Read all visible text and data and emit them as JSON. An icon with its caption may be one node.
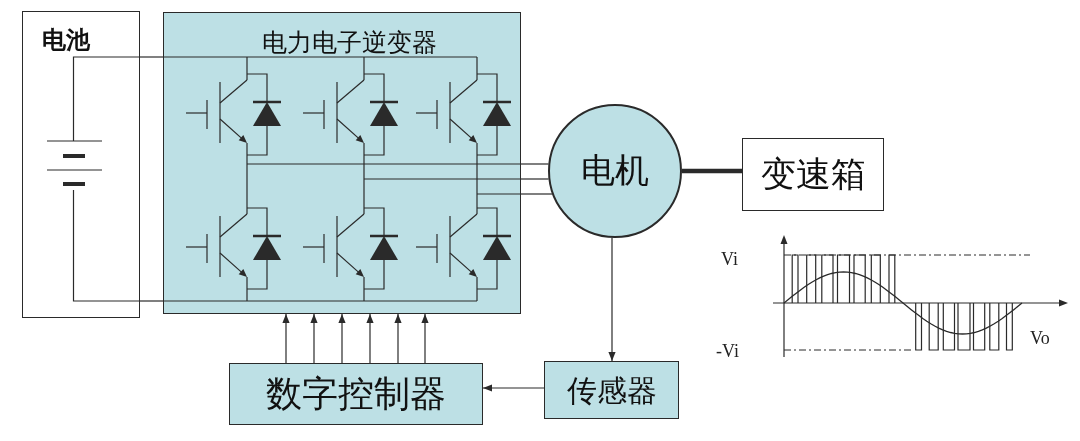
{
  "diagram": {
    "nodes": [
      {
        "text": [
          "电池"
        ]
      },
      {
        "text": [
          "电力电子逆变器"
        ]
      },
      {
        "text": [
          "电机"
        ]
      },
      {
        "text": [
          "变速箱"
        ]
      },
      {
        "text": [
          "数字控制器"
        ]
      },
      {
        "text": [
          "传感器"
        ]
      }
    ],
    "edges": [
      {
        "from": 0,
        "to": 1,
        "arrow": "none"
      },
      {
        "from": 0,
        "to": 1,
        "arrow": "none"
      },
      {
        "from": 1,
        "to": 2,
        "arrow": "none"
      },
      {
        "from": 1,
        "to": 2,
        "arrow": "none"
      },
      {
        "from": 1,
        "to": 2,
        "arrow": "none"
      },
      {
        "from": 2,
        "to": 3,
        "arrow": "none",
        "style": "thick"
      },
      {
        "from": 2,
        "to": 5,
        "arrow": "to"
      },
      {
        "from": 5,
        "to": 4,
        "arrow": "to"
      },
      {
        "from": 4,
        "to": 1,
        "arrow": "to"
      },
      {
        "from": 4,
        "to": 1,
        "arrow": "to"
      },
      {
        "from": 4,
        "to": 1,
        "arrow": "to"
      },
      {
        "from": 4,
        "to": 1,
        "arrow": "to"
      },
      {
        "from": 4,
        "to": 1,
        "arrow": "to"
      },
      {
        "from": 4,
        "to": 1,
        "arrow": "to"
      }
    ],
    "labels": [
      "Vi",
      "Vo",
      "-Vi"
    ]
  }
}
